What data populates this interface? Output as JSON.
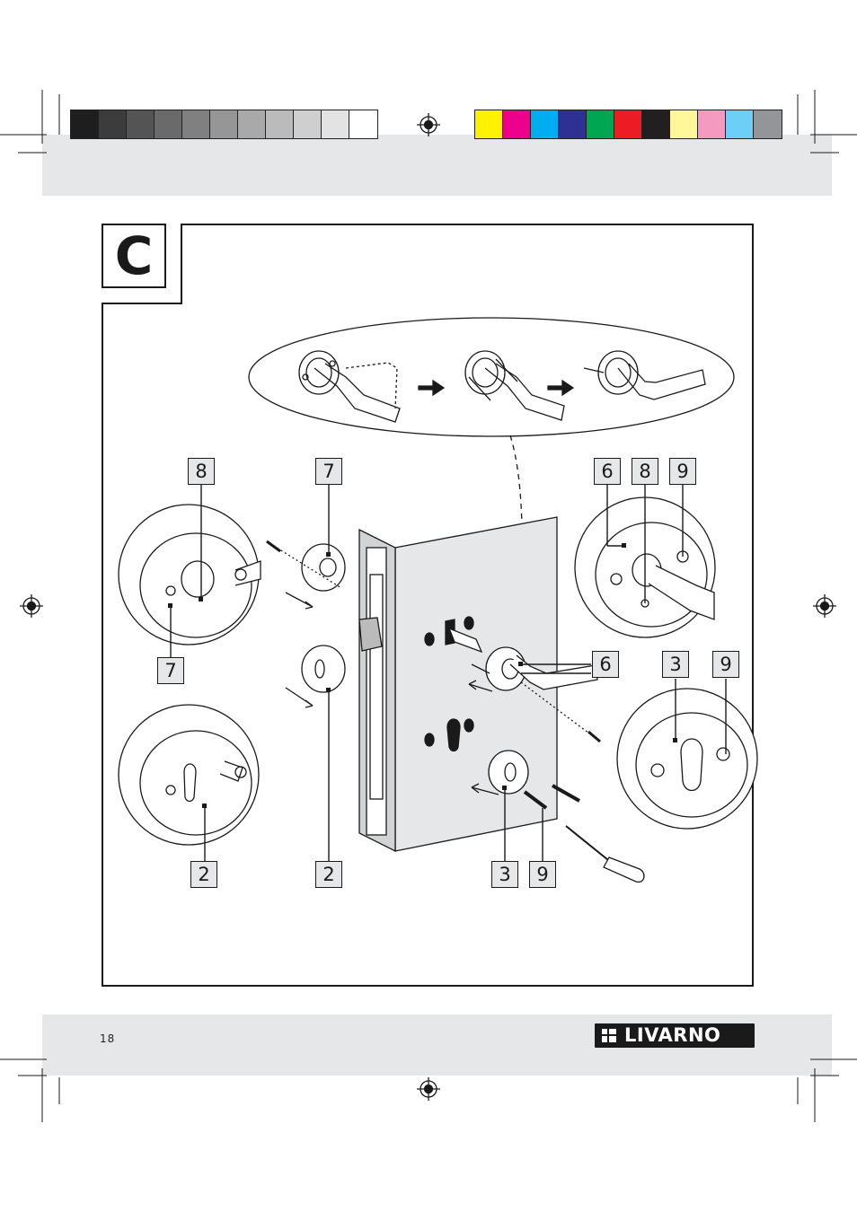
{
  "section": {
    "letter": "C"
  },
  "labels": {
    "top_left_8": "8",
    "left_7": "7",
    "mid_7": "7",
    "right_6": "6",
    "right_8": "8",
    "right_9": "9",
    "door_6": "6",
    "right_3": "3",
    "right_9b": "9",
    "left_2": "2",
    "mid_2": "2",
    "bottom_3": "3",
    "bottom_9": "9"
  },
  "footer": {
    "page_number": "18",
    "brand": "LIVARNO"
  },
  "colors": {
    "gray_swatches": [
      "#1e1e1e",
      "#3c3c3c",
      "#545454",
      "#6a6a6a",
      "#808080",
      "#969696",
      "#a9a9a9",
      "#bbbbbb",
      "#cfcfcf",
      "#e3e3e3",
      "#ffffff"
    ],
    "color_swatches": [
      "#fff200",
      "#ec008c",
      "#00aeef",
      "#2e3192",
      "#00a651",
      "#ed1c24",
      "#231f20",
      "#fff799",
      "#f49ac1",
      "#6dcff6",
      "#939598"
    ]
  }
}
